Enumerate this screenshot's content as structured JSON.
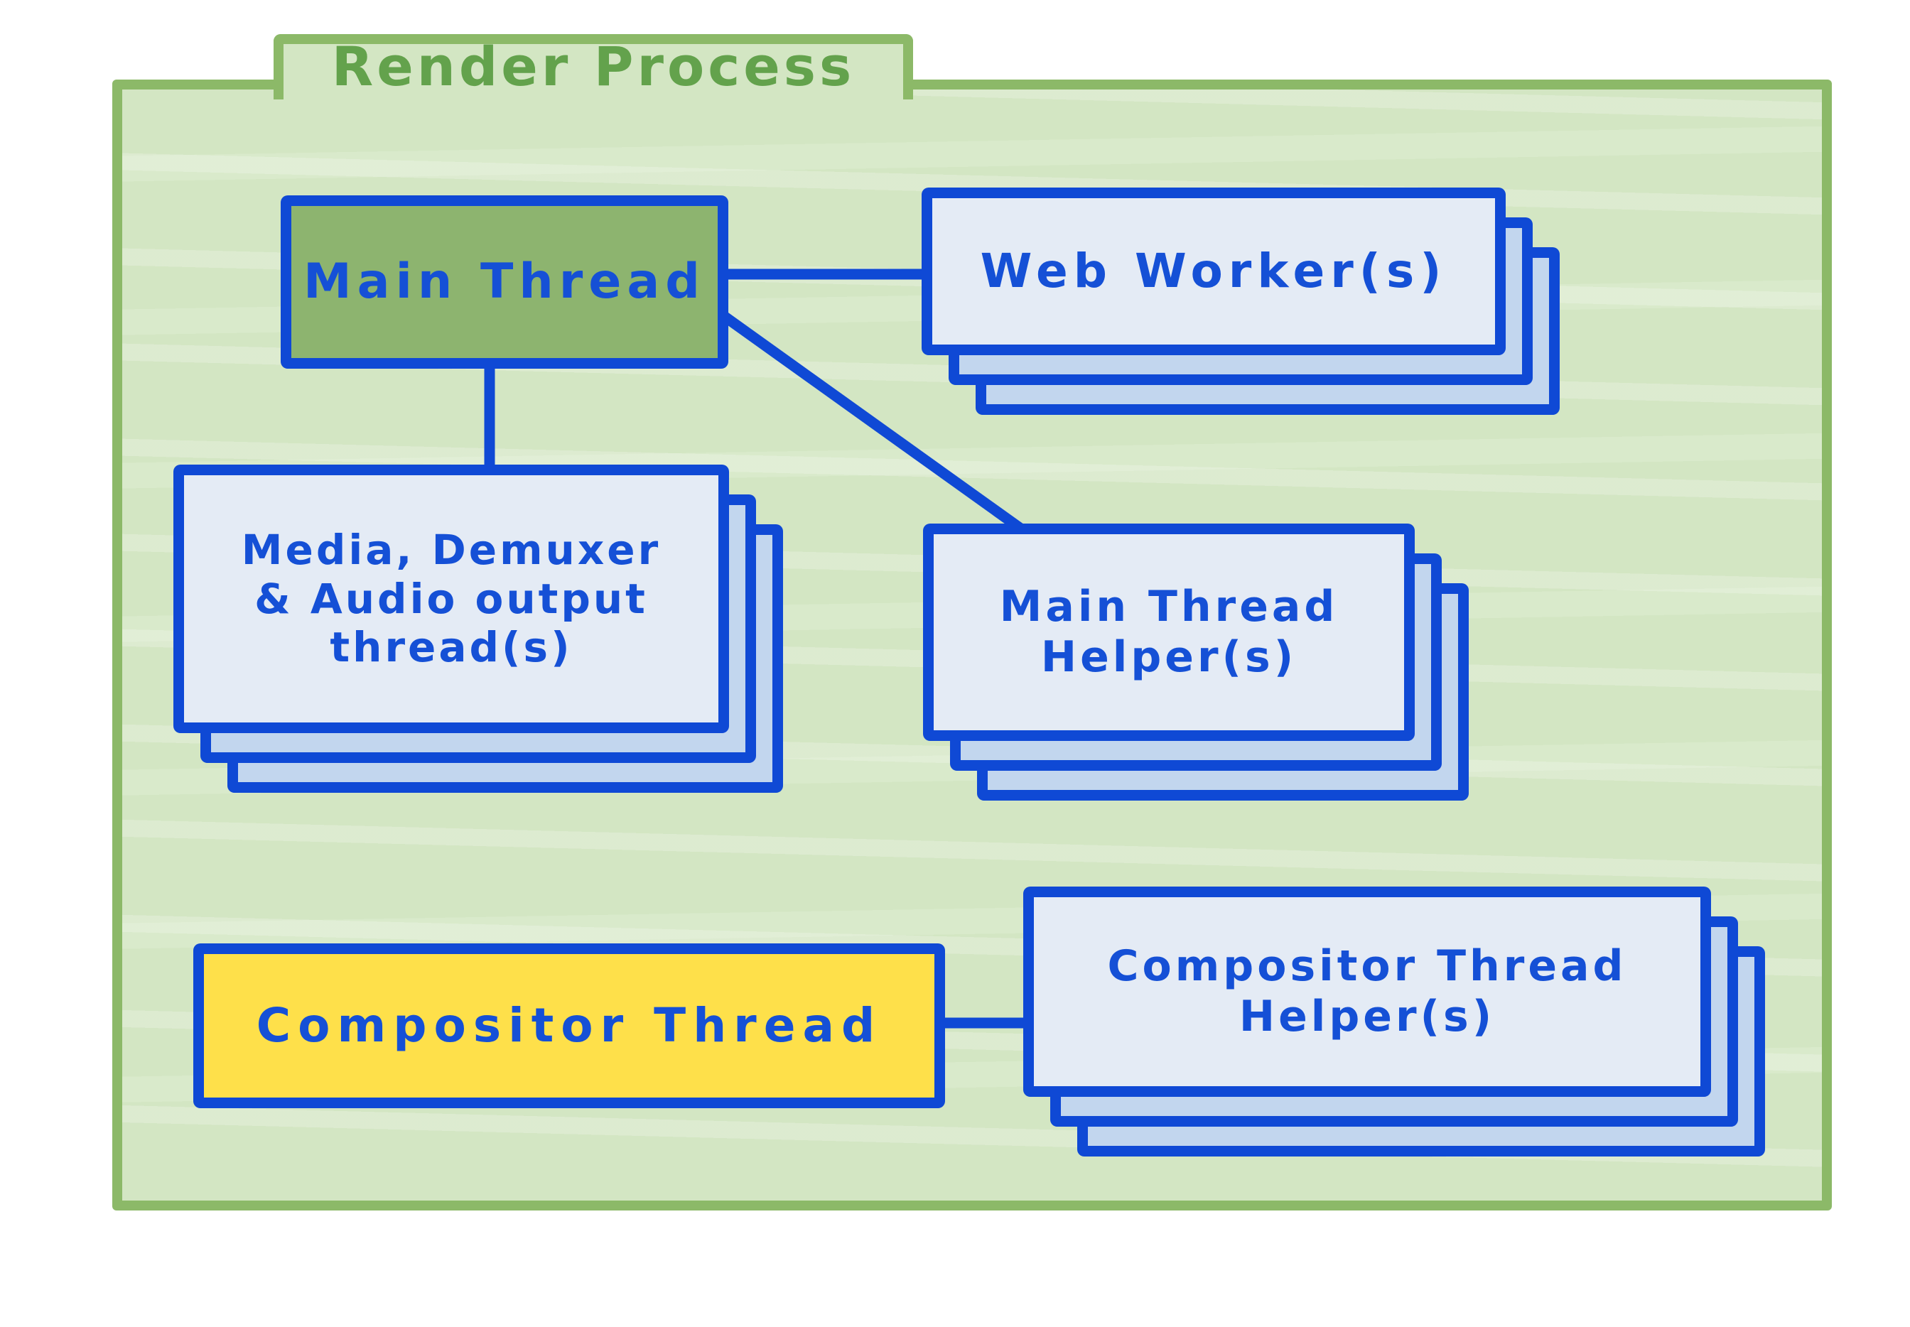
{
  "title": "Render Process",
  "nodes": {
    "main_thread": {
      "label": "Main Thread"
    },
    "web_workers": {
      "label": "Web Worker(s)"
    },
    "media_threads": {
      "line1": "Media, Demuxer",
      "line2": "& Audio output",
      "line3": "thread(s)"
    },
    "main_thread_helpers": {
      "line1": "Main Thread",
      "line2": "Helper(s)"
    },
    "compositor_thread": {
      "label": "Compositor Thread"
    },
    "compositor_thread_helpers": {
      "line1": "Compositor Thread",
      "line2": "Helper(s)"
    }
  },
  "edges": [
    {
      "from": "Main Thread",
      "to": "Web Worker(s)"
    },
    {
      "from": "Main Thread",
      "to": "Media, Demuxer & Audio output thread(s)"
    },
    {
      "from": "Main Thread",
      "to": "Main Thread Helper(s)"
    },
    {
      "from": "Compositor Thread",
      "to": "Compositor Thread Helper(s)"
    }
  ],
  "colors": {
    "page_bg": "#ffffff",
    "container_fill": "#d3e6c3",
    "container_border": "#8cb968",
    "title_green": "#63a24c",
    "accent_blue": "#0f49d5",
    "text_blue": "#1550d6",
    "card_fill": "#e4ebf5",
    "card_stack_fill": "#c2d6ee",
    "main_thread_fill": "#8db46f",
    "compositor_fill": "#fee04a"
  }
}
